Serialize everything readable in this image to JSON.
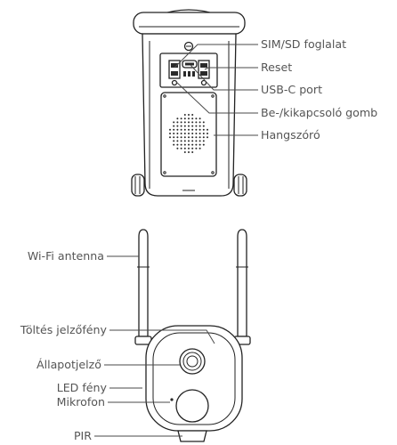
{
  "back_view": {
    "labels": {
      "sim_sd_slot": "SIM/SD foglalat",
      "reset": "Reset",
      "usb_c_port": "USB-C port",
      "power_button": "Be-/kikapcsoló gomb",
      "speaker": "Hangszóró"
    }
  },
  "front_view": {
    "labels": {
      "wifi_antenna": "Wi-Fi antenna",
      "charging_indicator": "Töltés jelzőfény",
      "status_indicator": "Állapotjelző",
      "led_light": "LED fény",
      "microphone": "Mikrofon",
      "pir": "PIR"
    }
  }
}
